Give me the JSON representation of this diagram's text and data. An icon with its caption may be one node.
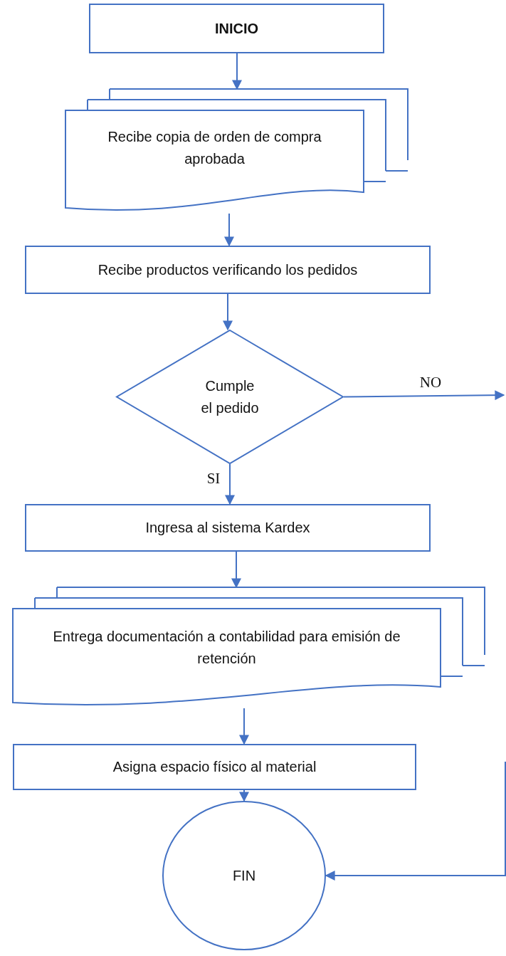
{
  "diagram": {
    "nodes": [
      {
        "text": [
          "INICIO"
        ]
      },
      {
        "text": [
          "Recibe copia de orden de compra aprobada"
        ]
      },
      {
        "text": [
          "Recibe productos verificando los pedidos"
        ]
      },
      {
        "text": [
          "Cumple el pedido"
        ]
      },
      {
        "text": [
          "Ingresa al sistema Kardex"
        ]
      },
      {
        "text": [
          "Entrega documentación a contabilidad para emisión de retención"
        ]
      },
      {
        "text": [
          "Asigna espacio físico al material"
        ]
      },
      {
        "text": [
          "FIN"
        ]
      }
    ],
    "edges": [
      {
        "from": 0,
        "to": 1,
        "arrow": "to"
      },
      {
        "from": 1,
        "to": 2,
        "arrow": "to"
      },
      {
        "from": 2,
        "to": 3,
        "arrow": "to"
      },
      {
        "from": 3,
        "to": null,
        "arrow": "to",
        "label": "NO"
      },
      {
        "from": 3,
        "to": 4,
        "arrow": "to",
        "label": "SI"
      },
      {
        "from": 4,
        "to": 5,
        "arrow": "to"
      },
      {
        "from": 5,
        "to": 6,
        "arrow": "to"
      },
      {
        "from": 6,
        "to": 7,
        "arrow": "to"
      },
      {
        "from": null,
        "to": 7,
        "arrow": "to"
      }
    ]
  }
}
